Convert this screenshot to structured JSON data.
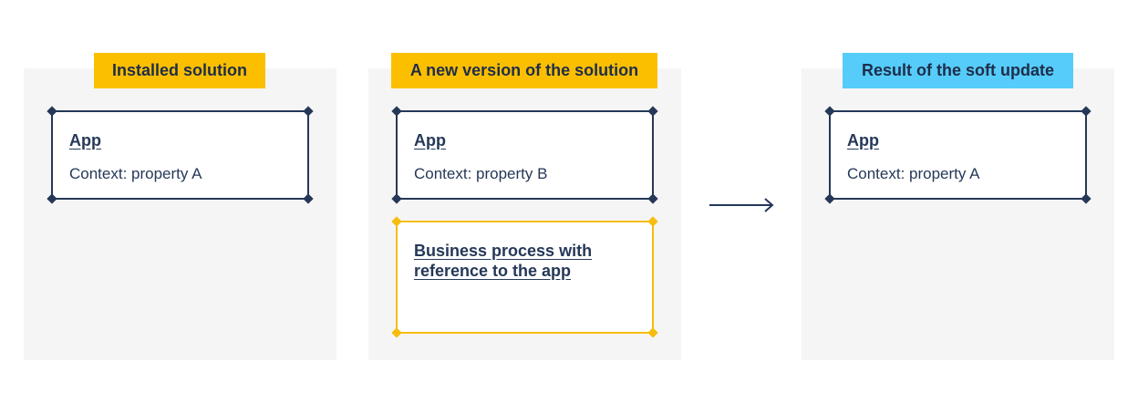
{
  "colors": {
    "panel_bg": "#f5f5f5",
    "tag_yellow": "#fbbf00",
    "tag_blue": "#55ccfa",
    "card_border": "#253858",
    "highlight_border": "#f6bd0c"
  },
  "panels": [
    {
      "tag": "Installed solution",
      "cards": [
        {
          "title": "App",
          "subtitle": "Context: property A"
        }
      ]
    },
    {
      "tag": "A new version of the solution",
      "cards": [
        {
          "title": "App",
          "subtitle": "Context: property B"
        },
        {
          "title": "Business process with reference to the app"
        }
      ]
    },
    {
      "tag": "Result of the soft update",
      "cards": [
        {
          "title": "App",
          "subtitle": "Context: property A"
        }
      ]
    }
  ],
  "arrow_icon": "arrow-right-icon"
}
